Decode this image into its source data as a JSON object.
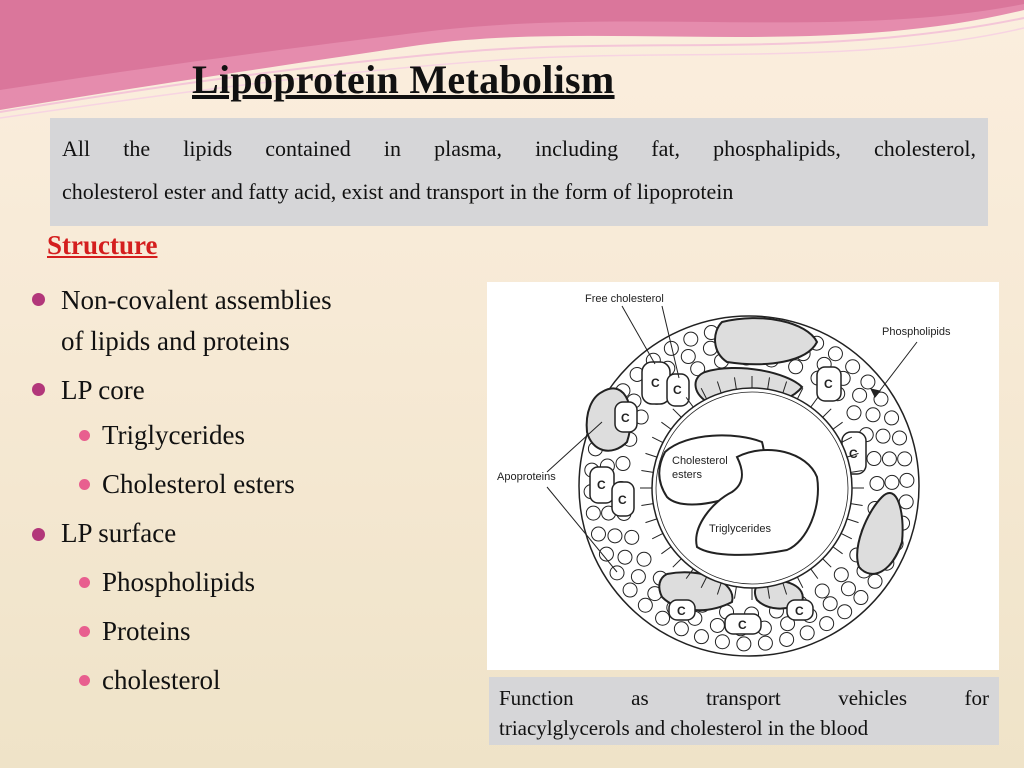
{
  "slide": {
    "title": "Lipoprotein Metabolism",
    "intro_line1": "All the lipids contained in plasma, including fat, phosphalipids, cholesterol,",
    "intro_line2": "cholesterol ester and fatty acid, exist and transport in the form of lipoprotein",
    "section_heading": "Structure",
    "bullets": [
      {
        "level": 1,
        "text": "Non-covalent assemblies"
      },
      {
        "level": 1,
        "text": "of lipids and proteins"
      },
      {
        "level": 1,
        "text": "LP core"
      },
      {
        "level": 2,
        "text": "Triglycerides"
      },
      {
        "level": 2,
        "text": "Cholesterol esters"
      },
      {
        "level": 1,
        "text": "LP surface"
      },
      {
        "level": 2,
        "text": "Phospholipids"
      },
      {
        "level": 2,
        "text": "Proteins"
      },
      {
        "level": 2,
        "text": "cholesterol"
      }
    ],
    "caption_line1": "Function as transport vehicles for",
    "caption_line2": "triacylglycerols and cholesterol in the blood"
  },
  "figure": {
    "labels": {
      "free_cholesterol": "Free cholesterol",
      "phospholipids": "Phospholipids",
      "apoproteins": "Apoproteins",
      "cholesterol": "Cholesterol",
      "esters": "esters",
      "triglycerides": "Triglycerides",
      "c_marker": "C"
    }
  },
  "colors": {
    "title": "#111111",
    "heading_red": "#d41e1e",
    "bullet_l1": "#b2377a",
    "bullet_l2": "#e85f8f",
    "box_gray": "#d6d6d8",
    "wave_pink": "#e07aa5"
  }
}
